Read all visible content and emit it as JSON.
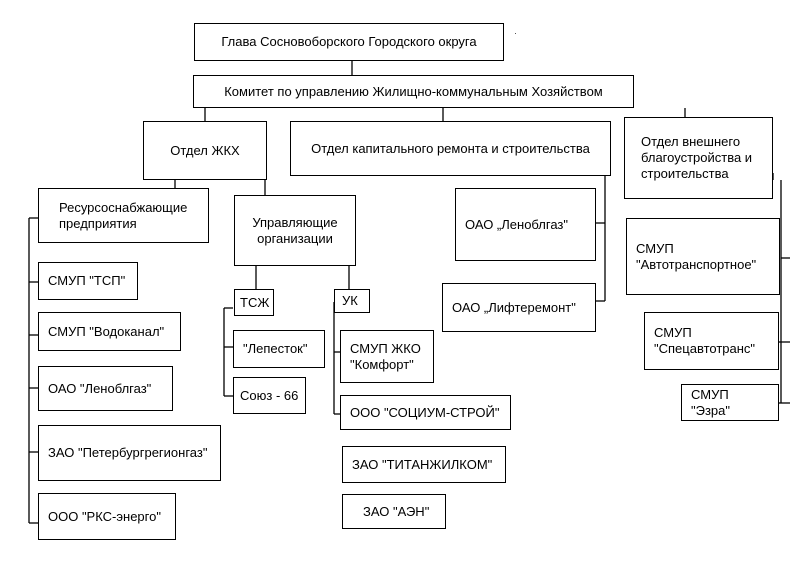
{
  "head": "Глава Сосновоборского Городского округа",
  "committee": "Комитет по управлению   Жилищно-коммунальным Хозяйством",
  "departments": {
    "zhkh": "Отдел ЖКХ",
    "capital": "Отдел капитального ремонта и строительства",
    "external": "Отдел внешнего\nблагоустройства и\nстроительства"
  },
  "resource": {
    "title": "Ресурсоснабжающие\nпредприятия",
    "items": [
      "СМУП \"ТСП\"",
      "СМУП \"Водоканал\"",
      "ОАО \"Леноблгаз\"",
      "ЗАО \"Петербургрегионгаз\"",
      "ООО \"РКС-энерго\""
    ]
  },
  "management": {
    "title": "Управляющие\nорганизации",
    "tszh": {
      "label": "ТСЖ",
      "items": [
        "\"Лепесток\"",
        "Союз - 66"
      ]
    },
    "uk": {
      "label": "УК",
      "items": [
        "СМУП ЖКО\n\"Комфорт\"",
        "ООО \"СОЦИУМ-СТРОЙ\"",
        "ЗАО \"ТИТАНЖИЛКОМ\"",
        "ЗАО \"АЭН\""
      ]
    }
  },
  "capital_items": [
    "ОАО „Леноблгаз\"",
    "ОАО „Лифтеремонт\""
  ],
  "external_items": [
    "СМУП\n\"Автотранспортное\"",
    "СМУП\n\"Спецавтотранс\"",
    "СМУП \"Эзра\""
  ]
}
